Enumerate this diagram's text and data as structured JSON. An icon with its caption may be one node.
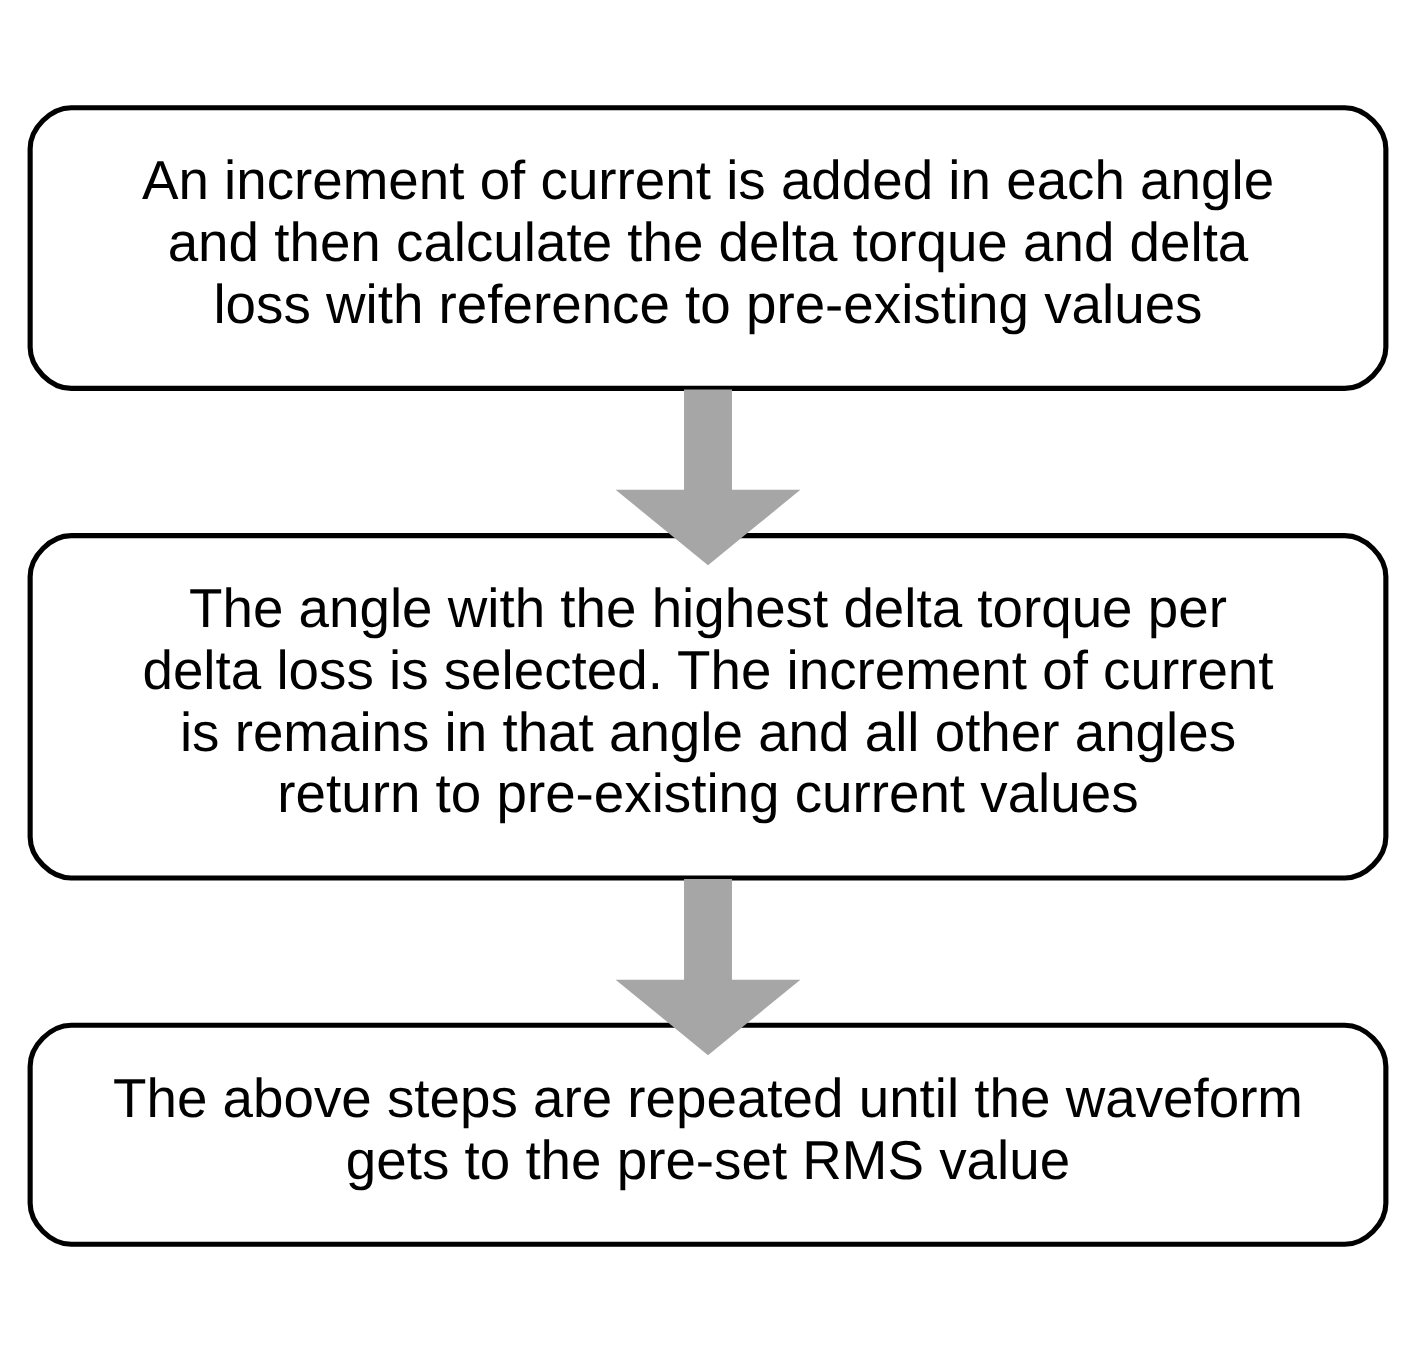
{
  "diagram": {
    "nodes": [
      {
        "text": [
          "An increment of current is added in each angle and then calculate the delta torque and delta loss with reference to pre-existing values"
        ]
      },
      {
        "text": [
          "The angle with the highest delta torque per delta loss is selected. The increment of current is remains in that angle and all other angles return to pre-existing current values"
        ]
      },
      {
        "text": [
          "The above steps are repeated until the waveform gets to the pre-set RMS value"
        ]
      }
    ],
    "edges": [
      {
        "from": 0,
        "to": 1,
        "arrow": "to"
      },
      {
        "from": 1,
        "to": 2,
        "arrow": "to"
      }
    ]
  }
}
